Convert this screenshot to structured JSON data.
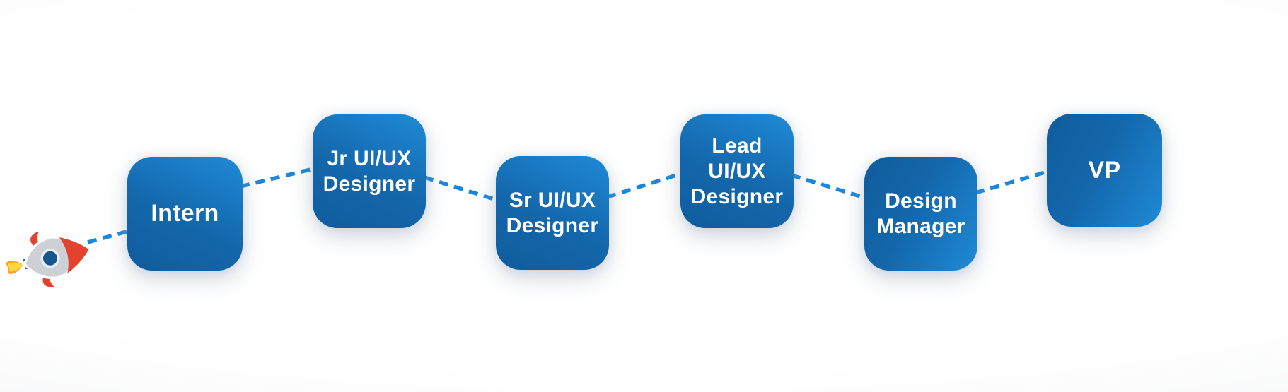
{
  "diagram": {
    "type": "career-path-flow",
    "background_color": "#ffffff",
    "accent_color": "#1b87dc",
    "node_text_color": "#ffffff",
    "node_gradient": {
      "from": "#1f8ad6",
      "to": "#0f5c9e"
    },
    "start_icon": "rocket-icon",
    "nodes": [
      {
        "label": "Intern",
        "lines": [
          "Intern"
        ]
      },
      {
        "label": "Jr UI/UX Designer",
        "lines": [
          "Jr UI/UX",
          "Designer"
        ]
      },
      {
        "label": "Sr UI/UX Designer",
        "lines": [
          "Sr UI/UX",
          "Designer"
        ]
      },
      {
        "label": "Lead UI/UX Designer",
        "lines": [
          "Lead UI/UX",
          "Designer"
        ]
      },
      {
        "label": "Design Manager",
        "lines": [
          "Design",
          "Manager"
        ]
      },
      {
        "label": "VP",
        "lines": [
          "VP"
        ]
      }
    ],
    "connections": [
      {
        "from": "rocket",
        "to": "Intern",
        "style": "dashed"
      },
      {
        "from": "Intern",
        "to": "Jr UI/UX Designer",
        "style": "dashed"
      },
      {
        "from": "Jr UI/UX Designer",
        "to": "Sr UI/UX Designer",
        "style": "dashed"
      },
      {
        "from": "Sr UI/UX Designer",
        "to": "Lead UI/UX Designer",
        "style": "dashed"
      },
      {
        "from": "Lead UI/UX Designer",
        "to": "Design Manager",
        "style": "dashed"
      },
      {
        "from": "Design Manager",
        "to": "VP",
        "style": "dashed"
      }
    ]
  }
}
